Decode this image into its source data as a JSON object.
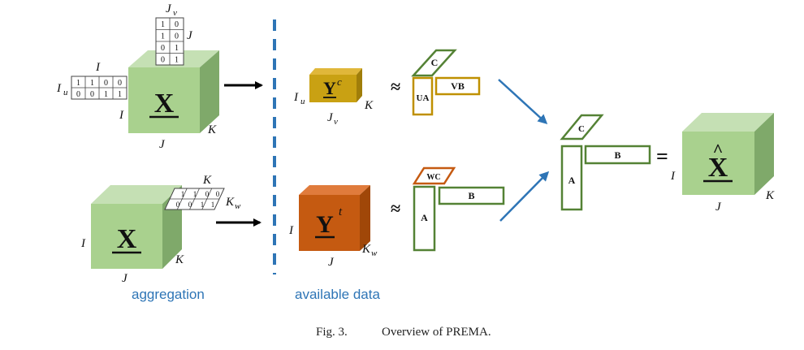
{
  "figure": {
    "caption_prefix": "Fig. 3.",
    "caption_text": "Overview of PREMA."
  },
  "left_top": {
    "tensor": "X",
    "dim_i": "I",
    "dim_j": "J",
    "dim_k": "K",
    "mat_iu": {
      "row_label": "I",
      "col_label": "I",
      "side_label": "u",
      "rows": [
        [
          "1",
          "1",
          "0",
          "0"
        ],
        [
          "0",
          "0",
          "1",
          "1"
        ]
      ]
    },
    "mat_jv": {
      "top_label": "J",
      "top_sub": "v",
      "side_label": "J",
      "rows": [
        [
          "1",
          "0"
        ],
        [
          "1",
          "0"
        ],
        [
          "0",
          "1"
        ],
        [
          "0",
          "1"
        ]
      ]
    }
  },
  "left_bottom": {
    "tensor": "X",
    "dim_i": "I",
    "dim_j": "J",
    "dim_k": "K",
    "mat_kw": {
      "top_label": "K",
      "side_label": "K",
      "side_sub": "w",
      "rows": [
        [
          "1",
          "1",
          "0",
          "0"
        ],
        [
          "0",
          "0",
          "1",
          "1"
        ]
      ]
    },
    "label": "aggregation"
  },
  "middle": {
    "yc": {
      "tensor": "Y",
      "sup": "c",
      "left_label": "I",
      "left_sub": "u",
      "bottom_label": "J",
      "bottom_sub": "v",
      "right_label": "K"
    },
    "yt": {
      "tensor": "Y",
      "sup": "t",
      "left_label": "I",
      "bottom_label": "J",
      "right_label": "K",
      "right_sub": "w"
    },
    "label": "available data"
  },
  "factors_top": {
    "approx": "≈",
    "c": "C",
    "ua": "UA",
    "vb": "VB"
  },
  "factors_bottom": {
    "approx": "≈",
    "wc": "WC",
    "a": "A",
    "b": "B"
  },
  "result": {
    "c": "C",
    "a": "A",
    "b": "B",
    "equals": "=",
    "tensor": "X",
    "hat": "^",
    "dim_i": "I",
    "dim_j": "J",
    "dim_k": "K"
  },
  "colors": {
    "cube_green_front": "#a9d18e",
    "cube_green_top": "#c5e0b4",
    "cube_green_side": "#7fa96a",
    "gold_front": "#c9a113",
    "orange_front": "#c55a11",
    "green_outline": "#548235",
    "gold_outline": "#bf9000",
    "orange_outline": "#c55a11",
    "blue": "#2e75b6"
  }
}
